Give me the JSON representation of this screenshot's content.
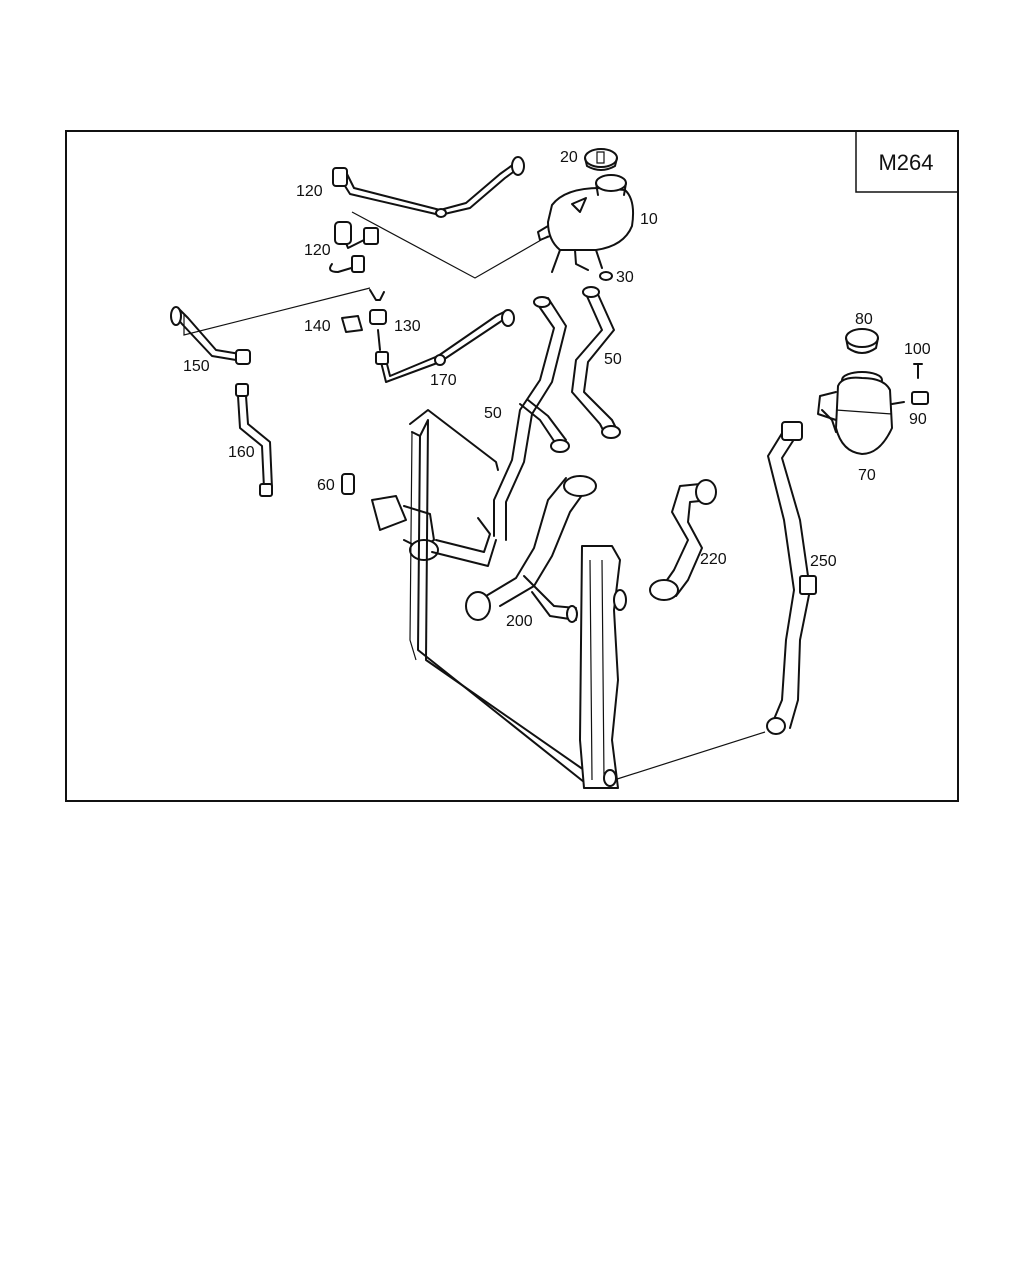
{
  "diagram": {
    "model_code": "M264",
    "part_labels": {
      "p10": "10",
      "p20": "20",
      "p30": "30",
      "p50a": "50",
      "p50b": "50",
      "p60": "60",
      "p70": "70",
      "p80": "80",
      "p90": "90",
      "p100": "100",
      "p120a": "120",
      "p120b": "120",
      "p130": "130",
      "p140": "140",
      "p150": "150",
      "p160": "160",
      "p170": "170",
      "p200": "200",
      "p220": "220",
      "p250": "250"
    }
  }
}
